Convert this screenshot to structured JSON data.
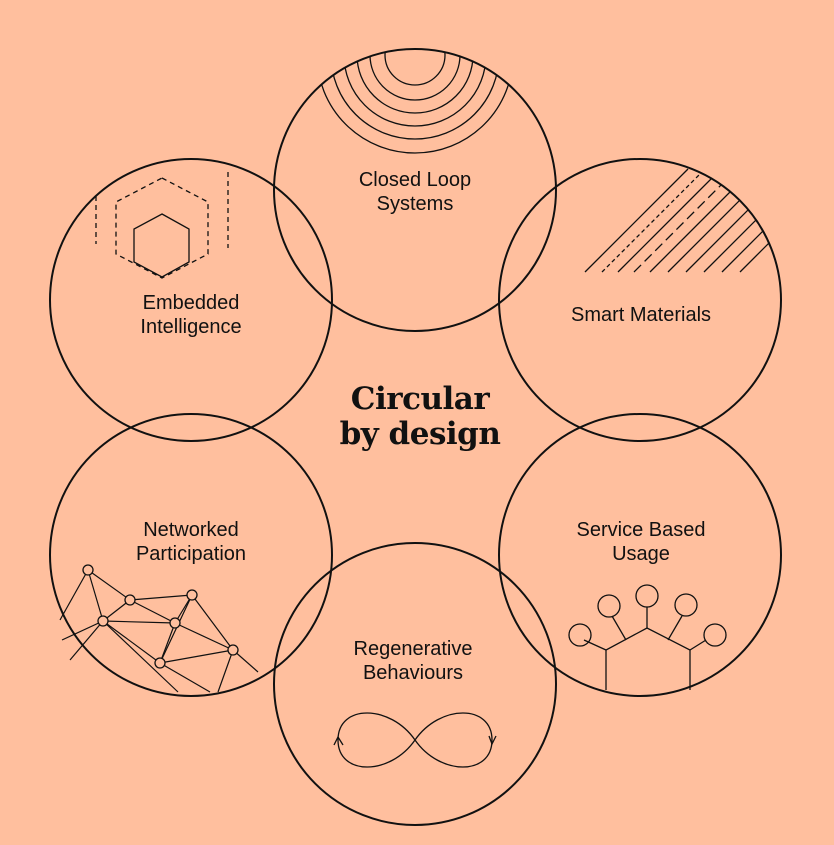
{
  "title": {
    "line1": "Circular",
    "line2": "by design"
  },
  "colors": {
    "background": "#FFBF9E",
    "stroke": "#111111"
  },
  "nodes": [
    {
      "id": "closed-loop",
      "line1": "Closed Loop",
      "line2": "Systems",
      "icon": "concentric-arcs-icon"
    },
    {
      "id": "smart-materials",
      "line1": "Smart Materials",
      "line2": "",
      "icon": "diagonal-lines-icon"
    },
    {
      "id": "service-based",
      "line1": "Service Based",
      "line2": "Usage",
      "icon": "hexagon-nodes-icon"
    },
    {
      "id": "regenerative",
      "line1": "Regenerative",
      "line2": "Behaviours",
      "icon": "infinity-icon"
    },
    {
      "id": "networked",
      "line1": "Networked",
      "line2": "Participation",
      "icon": "network-mesh-icon"
    },
    {
      "id": "embedded",
      "line1": "Embedded",
      "line2": "Intelligence",
      "icon": "nested-hexagons-icon"
    }
  ]
}
